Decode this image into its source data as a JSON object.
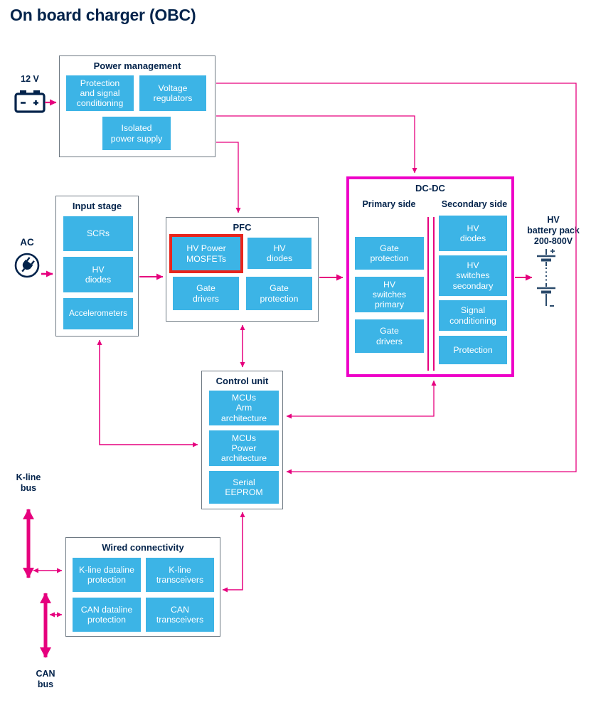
{
  "title": "On board charger (OBC)",
  "colors": {
    "chip_cyan": "#3CB4E6",
    "text_navy": "#03234B",
    "arrow_pink": "#E6007E",
    "dcdc_border_magenta": "#EE00C8",
    "highlight_red": "#E8251D"
  },
  "labels": {
    "battery12v": "12 V",
    "ac": "AC",
    "kline_bus": "K-line\nbus",
    "can_bus": "CAN\nbus",
    "hv_battery": "HV\nbattery pack\n200-800V"
  },
  "blocks": {
    "power_management": {
      "title": "Power management",
      "items": [
        "Protection\nand signal\nconditioning",
        "Voltage\nregulators",
        "Isolated\npower supply"
      ]
    },
    "input_stage": {
      "title": "Input stage",
      "items": [
        "SCRs",
        "HV\ndiodes",
        "Accelerometers"
      ]
    },
    "pfc": {
      "title": "PFC",
      "items": [
        "HV Power\nMOSFETs",
        "HV\ndiodes",
        "Gate\ndrivers",
        "Gate\nprotection"
      ],
      "highlighted_item": "HV Power MOSFETs"
    },
    "dcdc": {
      "title": "DC-DC",
      "primary": {
        "header": "Primary side",
        "items": [
          "Gate\nprotection",
          "HV\nswitches\nprimary",
          "Gate\ndrivers"
        ]
      },
      "secondary": {
        "header": "Secondary side",
        "items": [
          "HV\ndiodes",
          "HV\nswitches\nsecondary",
          "Signal\nconditioning",
          "Protection"
        ]
      }
    },
    "control_unit": {
      "title": "Control unit",
      "items": [
        "MCUs\nArm\narchitecture",
        "MCUs\nPower\narchitecture",
        "Serial\nEEPROM"
      ]
    },
    "wired_connectivity": {
      "title": "Wired connectivity",
      "items": [
        "K-line dataline\nprotection",
        "K-line\ntransceivers",
        "CAN dataline\nprotection",
        "CAN\ntransceivers"
      ]
    }
  }
}
